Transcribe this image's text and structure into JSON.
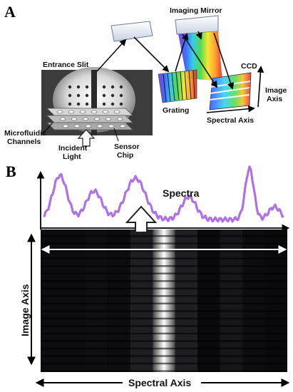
{
  "panel_a": {
    "letter": "A",
    "labels": {
      "imaging_mirror": "Imaging Mirror",
      "entrance_slit": "Entrance Slit",
      "ccd": "CCD",
      "image_axis_line1": "Image",
      "image_axis_line2": "Axis",
      "grating": "Grating",
      "spectral_axis": "Spectral Axis",
      "microfluidic_line1": "Microfluidic",
      "microfluidic_line2": "Channels",
      "incident_line1": "Incident",
      "incident_line2": "Light",
      "sensor_line1": "Sensor",
      "sensor_line2": "Chip"
    },
    "colors": {
      "spectrum": [
        "#7a2bd1",
        "#2d5bff",
        "#1ec8e6",
        "#3ed63e",
        "#f2e51e",
        "#ff9a1a",
        "#e8231e"
      ],
      "chip": "#9a9a9a",
      "mirror": "#e9edf6"
    }
  },
  "panel_b": {
    "letter": "B",
    "spectra_label": "Spectra",
    "image_axis_label": "Image Axis",
    "spectral_axis_label": "Spectral Axis",
    "colors": {
      "curve": "#b070e8",
      "image_bg": "#050505"
    },
    "stripe_rows": 19,
    "band_levels": [
      0.05,
      0.05,
      0.06,
      0.05,
      0.12,
      0.9,
      0.12,
      0.04,
      0.09,
      0.05,
      0.04
    ]
  }
}
